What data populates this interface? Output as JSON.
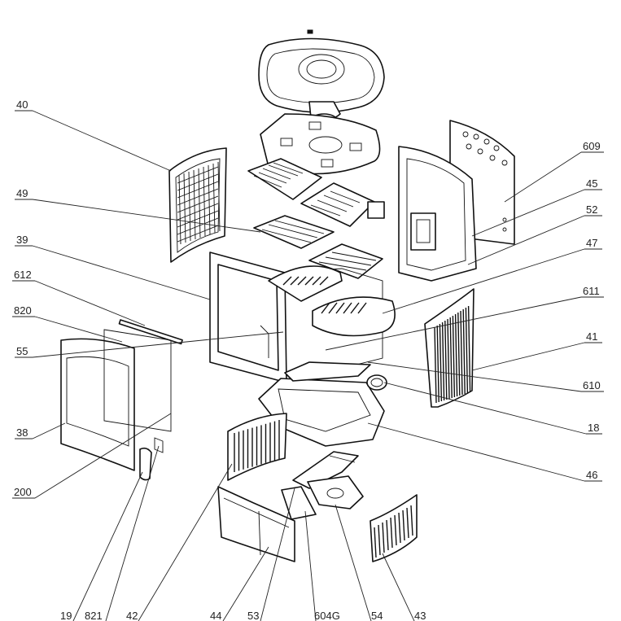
{
  "callouts": [
    {
      "id": "40"
    },
    {
      "id": "49"
    },
    {
      "id": "39"
    },
    {
      "id": "612"
    },
    {
      "id": "820"
    },
    {
      "id": "55"
    },
    {
      "id": "38"
    },
    {
      "id": "200"
    },
    {
      "id": "609"
    },
    {
      "id": "45"
    },
    {
      "id": "52"
    },
    {
      "id": "47"
    },
    {
      "id": "611"
    },
    {
      "id": "41"
    },
    {
      "id": "610"
    },
    {
      "id": "18"
    },
    {
      "id": "46"
    },
    {
      "id": "19"
    },
    {
      "id": "821"
    },
    {
      "id": "42"
    },
    {
      "id": "44"
    },
    {
      "id": "53"
    },
    {
      "id": "604G"
    },
    {
      "id": "54"
    },
    {
      "id": "43"
    }
  ],
  "colors": {
    "line": "#111111",
    "background": "#ffffff"
  }
}
